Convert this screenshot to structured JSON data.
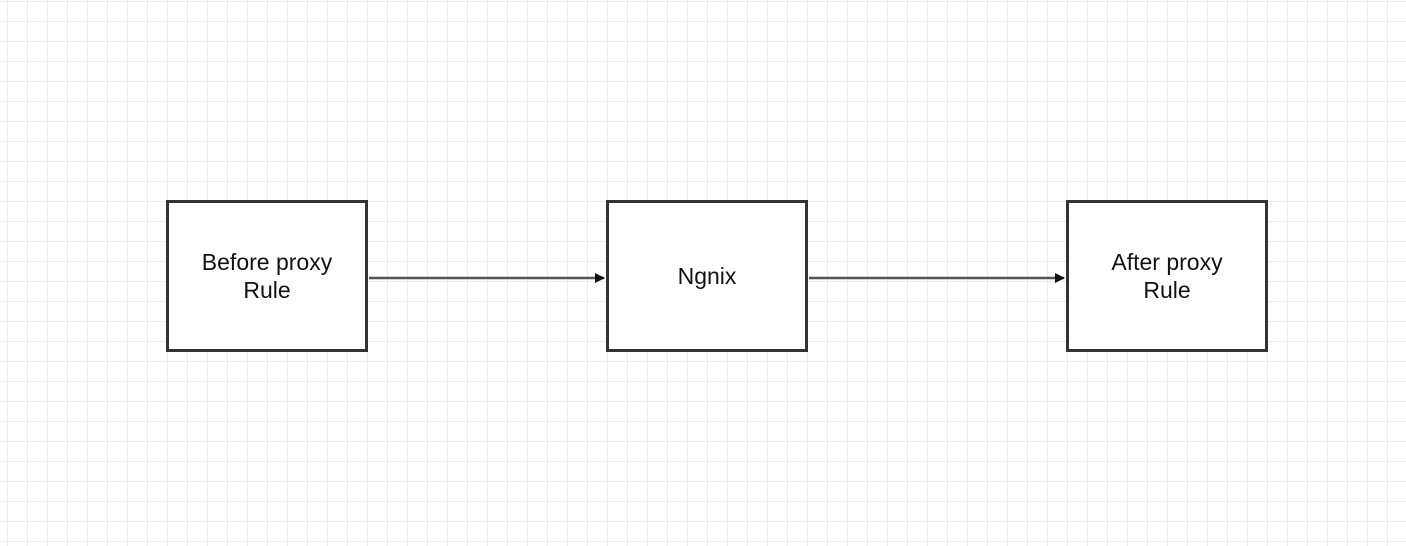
{
  "diagram": {
    "nodes": [
      {
        "id": "before",
        "label": "Before proxy Rule"
      },
      {
        "id": "nginx",
        "label": "Ngnix"
      },
      {
        "id": "after",
        "label": "After proxy Rule"
      }
    ],
    "edges": [
      {
        "from": "before",
        "to": "nginx"
      },
      {
        "from": "nginx",
        "to": "after"
      }
    ],
    "colors": {
      "grid": "#ebe8fb",
      "stroke": "#333333",
      "text": "#111111"
    }
  }
}
